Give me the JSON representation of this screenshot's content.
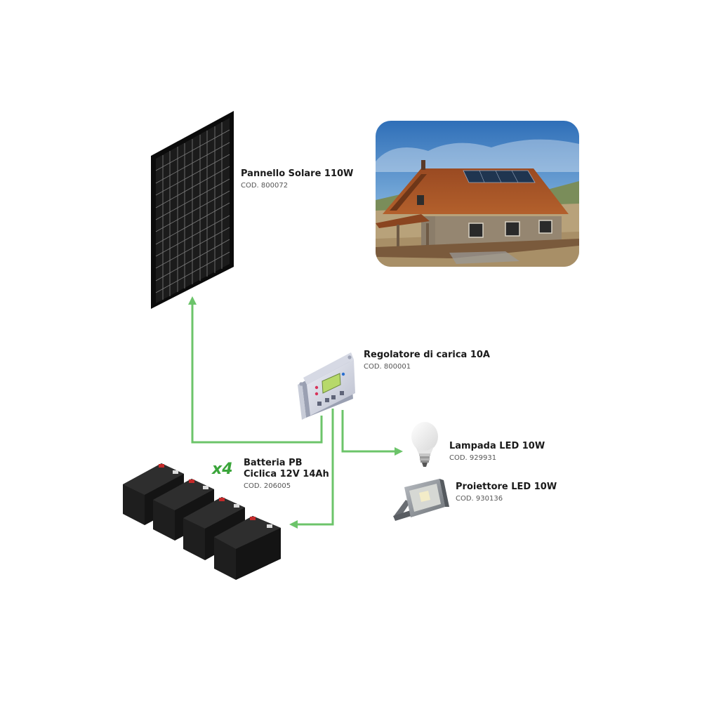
{
  "colors": {
    "connector": "#6cc46a",
    "multiplier": "#3aa53a"
  },
  "components": {
    "solar_panel": {
      "name": "Pannello Solare 110W",
      "code": "COD. 800072"
    },
    "charge_controller": {
      "name": "Regolatore di carica 10A",
      "code": "COD. 800001"
    },
    "led_bulb": {
      "name": "Lampada LED 10W",
      "code": "COD. 929931"
    },
    "led_floodlight": {
      "name": "Proiettore LED 10W",
      "code": "COD. 930136"
    },
    "battery": {
      "name": "Batteria PB\nCiclica 12V 14Ah",
      "code": "COD. 206005",
      "quantity": "x4"
    }
  }
}
